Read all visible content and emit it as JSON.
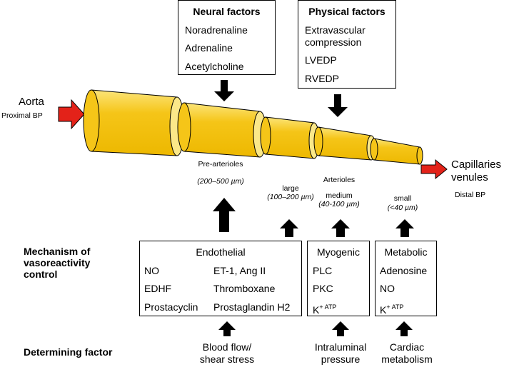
{
  "neural_box": {
    "title": "Neural factors",
    "items": [
      "Noradrenaline",
      "Adrenaline",
      "Acetylcholine"
    ]
  },
  "physical_box": {
    "title": "Physical factors",
    "items": [
      "Extravascular",
      "compression",
      "LVEDP",
      "RVEDP"
    ]
  },
  "aorta": {
    "label": "Aorta",
    "sub": "Proximal BP"
  },
  "capillaries": {
    "label_1": "Capillaries",
    "label_2": "venules",
    "sub": "Distal BP"
  },
  "vessel_labels": {
    "pre_arterioles": "Pre-arterioles",
    "pre_arterioles_size": "(200–500 µm)",
    "large": "large",
    "large_size": "(100–200 µm)",
    "arterioles": "Arterioles",
    "medium": "medium",
    "medium_size": "(40-100 µm)",
    "small": "small",
    "small_size": "(<40 µm)"
  },
  "row_labels": {
    "mechanism_1": "Mechanism of",
    "mechanism_2": "vasoreactivity",
    "mechanism_3": "control",
    "determining": "Determining factor"
  },
  "endothelial_box": {
    "title": "Endothelial",
    "left": [
      "NO",
      "EDHF",
      "Prostacyclin"
    ],
    "right": [
      "ET-1, Ang II",
      "Thromboxane",
      "Prostaglandin H2"
    ]
  },
  "myogenic_box": {
    "title": "Myogenic",
    "items": [
      "PLC",
      "PKC"
    ],
    "katp_k": "K",
    "katp_sup": "+ ATP"
  },
  "metabolic_box": {
    "title": "Metabolic",
    "items": [
      "Adenosine",
      "NO"
    ],
    "katp_k": "K",
    "katp_sup": "+ ATP"
  },
  "determining_factors": {
    "blood_1": "Blood flow/",
    "blood_2": "shear stress",
    "intra_1": "Intraluminal",
    "intra_2": "pressure",
    "cardiac_1": "Cardiac",
    "cardiac_2": "metabolism"
  },
  "colors": {
    "vessel_fill": "#F5C518",
    "vessel_highlight": "#FCE57A",
    "ring_fill": "#FBE889",
    "red_arrow": "#E32219"
  }
}
